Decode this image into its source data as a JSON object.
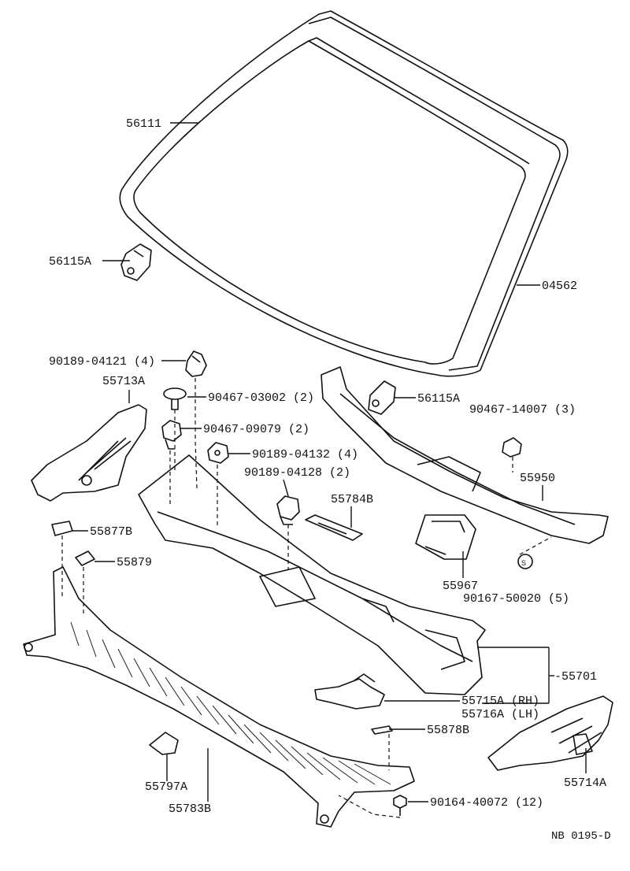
{
  "diagram_code": "NB 0195-D",
  "parts": {
    "windshield": "56111",
    "clip_left": "56115A",
    "molding": "04562",
    "clip_right": "56115A",
    "nut_14007": "90467-14007 (3)",
    "clip_04121": "90189-04121 (4)",
    "side_panel_left": "55713A",
    "rivet_03002": "90467-03002 (2)",
    "clip_09079": "90467-09079 (2)",
    "clip_04132": "90189-04132 (4)",
    "clip_04128": "90189-04128 (2)",
    "pad_55784B": "55784B",
    "seal_55950": "55950",
    "box_55967": "55967",
    "nut_50020": "90167-50020 (5)",
    "cap_55877B": "55877B",
    "cap_55879": "55879",
    "cowl_55701": "-55701",
    "bracket_rh": "55715A (RH)",
    "bracket_lh": "55716A (LH)",
    "cap_55878B": "55878B",
    "side_panel_right": "55714A",
    "clip_55797A": "55797A",
    "louver_55783B": "55783B",
    "screw_40072": "90164-40072 (12)"
  }
}
